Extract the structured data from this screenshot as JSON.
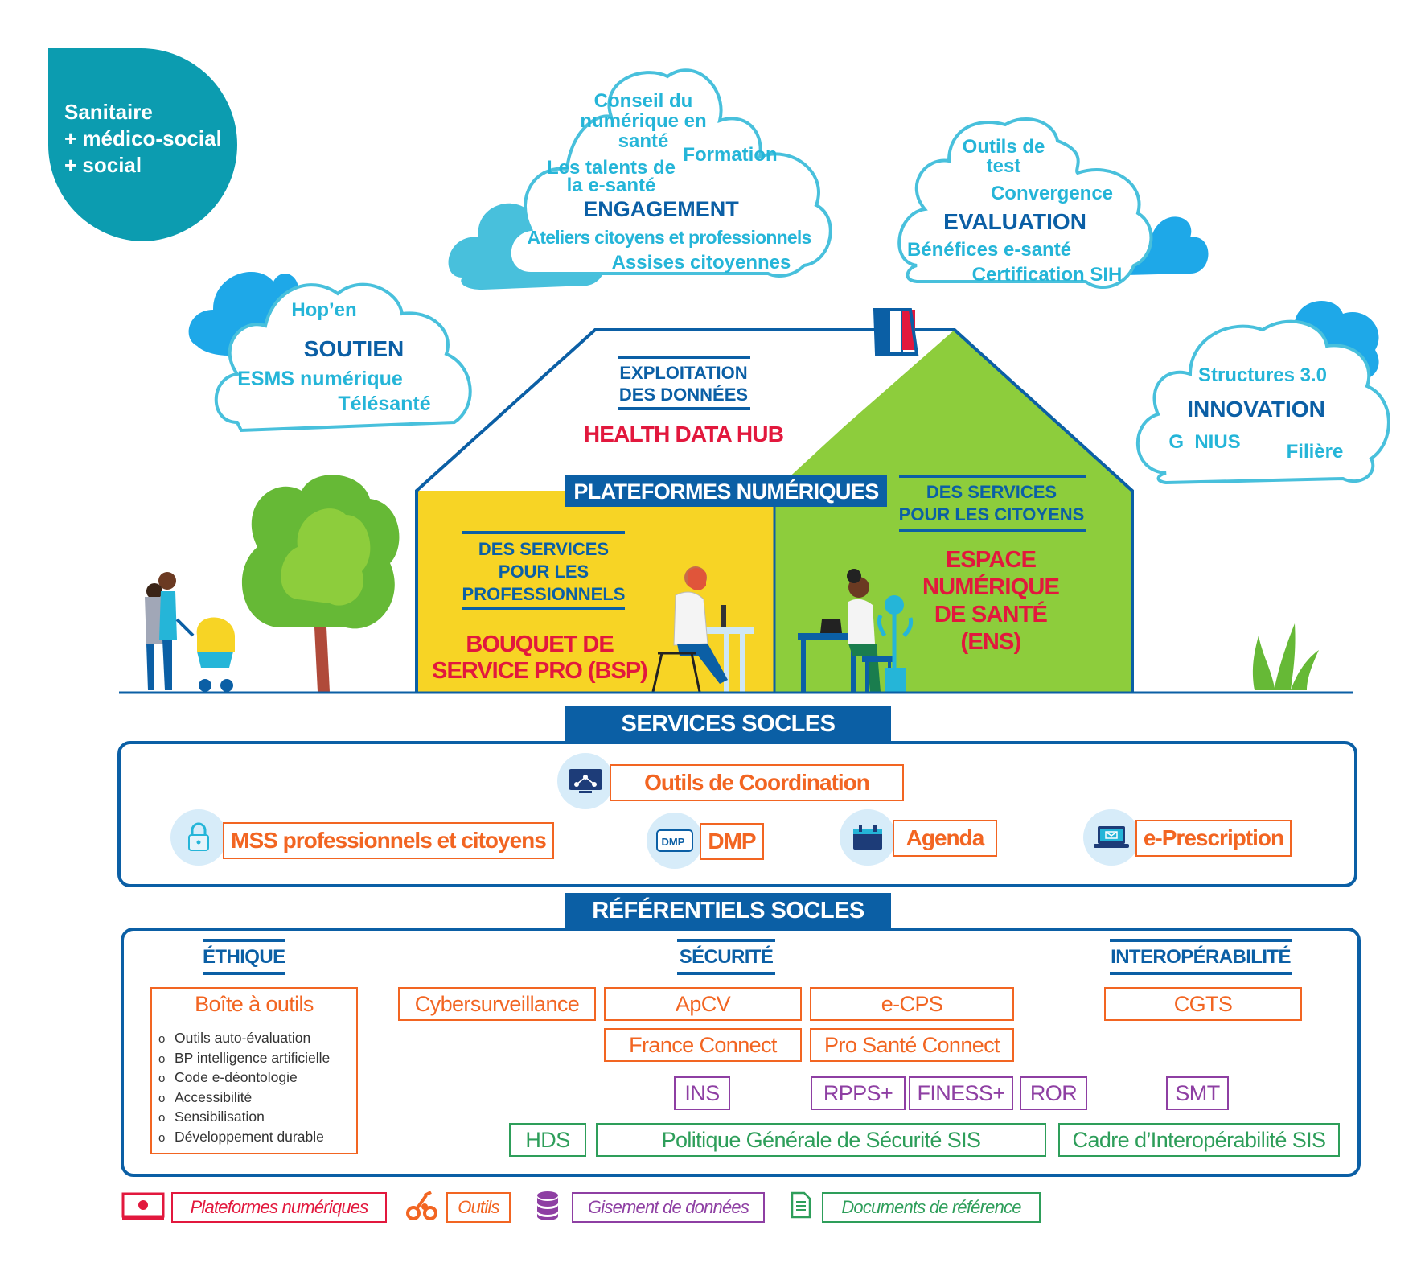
{
  "badge": {
    "line1": "Sanitaire",
    "line2": "+ médico-social",
    "line3": "+ social"
  },
  "clouds": {
    "engagement": {
      "items": [
        "Conseil du",
        "numérique en",
        "santé",
        "Formation",
        "Les talents de",
        "la e-santé",
        "Ateliers citoyens et professionnels",
        "Assises citoyennes"
      ],
      "title": "ENGAGEMENT"
    },
    "evaluation": {
      "items": [
        "Outils de",
        "test",
        "Convergence",
        "Bénéfices e-santé",
        "Certification SIH"
      ],
      "title": "EVALUATION"
    },
    "soutien": {
      "items": [
        "Hop’en",
        "ESMS numérique",
        "Télésanté"
      ],
      "title": "SOUTIEN"
    },
    "innovation": {
      "items": [
        "Structures 3.0",
        "G_NIUS",
        "Filière"
      ],
      "title": "INNOVATION"
    }
  },
  "house": {
    "exploitation": [
      "EXPLOITATION",
      "DES DONNÉES"
    ],
    "hdh": "HEALTH DATA HUB",
    "plateformes": "PLATEFORMES NUMÉRIQUES",
    "pro_title": [
      "DES SERVICES",
      "POUR LES",
      "PROFESSIONNELS"
    ],
    "pro_name": [
      "BOUQUET DE",
      "SERVICE PRO (BSP)"
    ],
    "cit_title": [
      "DES SERVICES",
      "POUR LES CITOYENS"
    ],
    "cit_name": [
      "ESPACE",
      "NUMÉRIQUE",
      "DE SANTÉ",
      "(ENS)"
    ]
  },
  "services_socles": {
    "title": "SERVICES SOCLES",
    "coordination": "Outils de Coordination",
    "mss": "MSS professionnels et citoyens",
    "dmp": "DMP",
    "dmp_icon_text": "DMP",
    "agenda": "Agenda",
    "eprescription": "e-Prescription"
  },
  "referentiels_socles": {
    "title": "RÉFÉRENTIELS SOCLES",
    "ethique": "ÉTHIQUE",
    "securite": "SÉCURITÉ",
    "interop": "INTEROPÉRABILITÉ",
    "boite": "Boîte à outils",
    "boite_items": [
      "Outils auto-évaluation",
      "BP intelligence artificielle",
      "Code e-déontologie",
      "Accessibilité",
      "Sensibilisation",
      "Développement durable"
    ],
    "cyber": "Cybersurveillance",
    "apcv": "ApCV",
    "ecps": "e-CPS",
    "france_connect": "France Connect",
    "pro_sante_connect": "Pro Santé Connect",
    "cgts": "CGTS",
    "ins": "INS",
    "rpps": "RPPS+",
    "finess": "FINESS+",
    "ror": "ROR",
    "smt": "SMT",
    "hds": "HDS",
    "pgssi": "Politique Générale de Sécurité SIS",
    "cisis": "Cadre d’Interopérabilité SIS"
  },
  "legend": {
    "plateformes": "Plateformes numériques",
    "outils": "Outils",
    "gisement": "Gisement de données",
    "documents": "Documents de référence"
  },
  "colors": {
    "navy": "#0b5fa5",
    "teal": "#0c9cb0",
    "cyan": "#25b5d8",
    "red": "#e2183d",
    "orange": "#f26522",
    "purple": "#8e3fa3",
    "green": "#2e9e5a",
    "yellow": "#f7d425",
    "house_green": "#8dcd3c"
  }
}
